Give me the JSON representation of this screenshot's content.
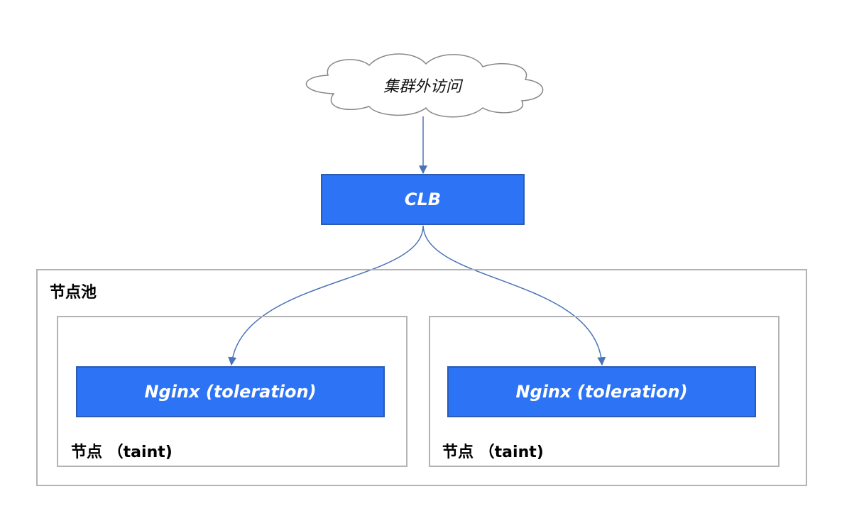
{
  "cloud": {
    "label": "集群外访问"
  },
  "clb": {
    "label": "CLB"
  },
  "node_pool": {
    "label": "节点池"
  },
  "nodes": [
    {
      "label": "节点 （taint)",
      "pod_label": "Nginx (toleration)"
    },
    {
      "label": "节点 （taint)",
      "pod_label": "Nginx (toleration)"
    }
  ],
  "colors": {
    "box_fill": "#2d73f5",
    "box_border": "#2a5cb7",
    "edge": "#4a73b8",
    "container_border": "#b3b3b3",
    "cloud_fill": "#ffffff",
    "cloud_stroke": "#888888"
  }
}
